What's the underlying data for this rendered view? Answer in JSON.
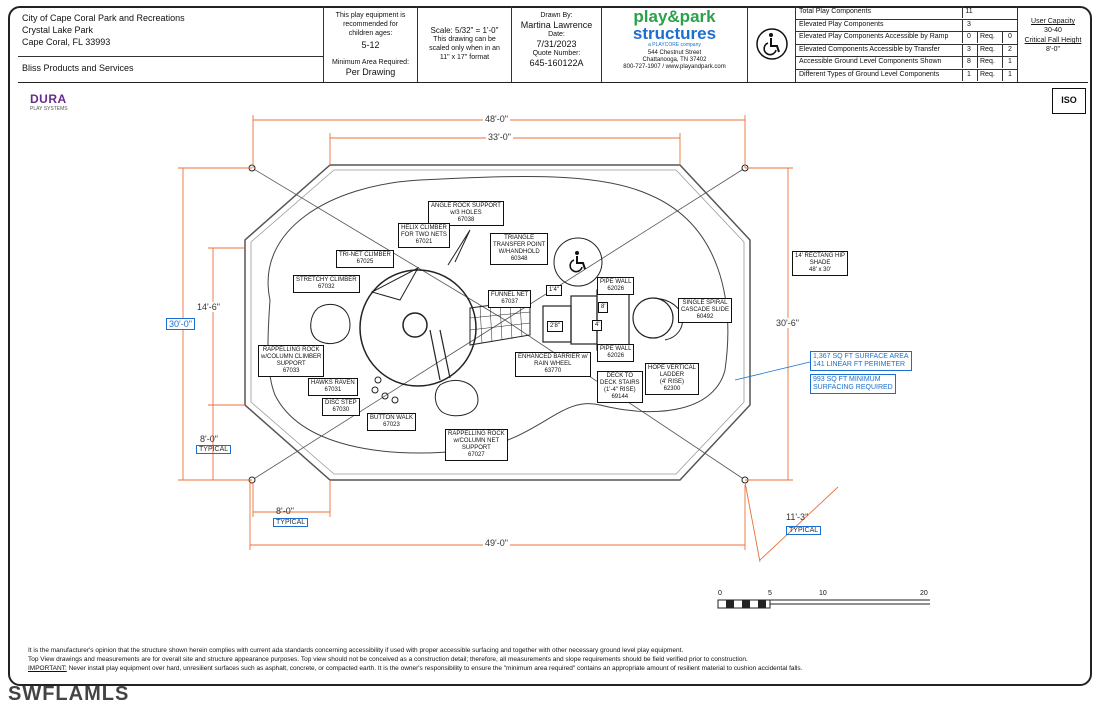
{
  "title_block": {
    "client_line1": "City of Cape Coral Park and Recreations",
    "client_line2": "Crystal Lake Park",
    "client_line3": "Cape Coral, FL 33993",
    "dealer": "Bliss Products and Services",
    "ages_text": "This play equipment is recommended for children ages:",
    "ages_value": "5-12",
    "min_area_label": "Minimum Area Required:",
    "min_area_value": "Per Drawing",
    "scale_text": "Scale: 5/32\" = 1'-0\"",
    "scale_note": "This drawing can be scaled only when in an 11\" x 17\" format",
    "drawn_by_label": "Drawn By:",
    "drawn_by_value": "Martina Lawrence",
    "date_label": "Date:",
    "date_value": "7/31/2023",
    "quote_label": "Quote Number:",
    "quote_value": "645-160122A",
    "brand_line1": "play&park",
    "brand_line2": "structures",
    "brand_sub": "a PLAYCORE company",
    "address1": "544 Chestnut Street",
    "address2": "Chattanooga, TN 37402",
    "contact": "800-727-1907 / www.playandpark.com",
    "accessibility_icon": "wheelchair-icon",
    "components": [
      {
        "label": "Total Play Components",
        "value": "11",
        "req_label": "",
        "req": ""
      },
      {
        "label": "Elevated Play Components",
        "value": "3",
        "req_label": "",
        "req": ""
      },
      {
        "label": "Elevated Play Components Accessible by Ramp",
        "value": "0",
        "req_label": "Req.",
        "req": "0"
      },
      {
        "label": "Elevated Components Accessible by Transfer",
        "value": "3",
        "req_label": "Req.",
        "req": "2"
      },
      {
        "label": "Accessible Ground Level Components Shown",
        "value": "8",
        "req_label": "Req.",
        "req": "1"
      },
      {
        "label": "Different Types of Ground Level Components",
        "value": "1",
        "req_label": "Req.",
        "req": "1"
      }
    ],
    "user_capacity_label": "User Capacity",
    "user_capacity_value": "30-40",
    "fall_height_label": "Critical Fall Height",
    "fall_height_value": "8'-0\""
  },
  "logo": {
    "text_dura": "DURA",
    "text_sub": "PLAY SYSTEMS"
  },
  "iso_badge": "ISO",
  "dimensions": {
    "top_outer": "48'-0\"",
    "top_inner": "33'-0\"",
    "left_outer": "30'-0\"",
    "left_inner": "14'-6\"",
    "right": "30'-6\"",
    "bottom": "49'-0\"",
    "corner_left_top": "8'-0\"",
    "corner_left_bottom": "8'-0\"",
    "corner_right": "11'-3\"",
    "typical": "TYPICAL"
  },
  "components_labels": [
    {
      "text": "ANGLE ROCK SUPPORT\nw/3 HOLES\n67038"
    },
    {
      "text": "HELIX CLIMBER\nFOR TWO NETS\n67021"
    },
    {
      "text": "TRIANGLE\nTRANSFER POINT\nW/HANDHOLD\n60348"
    },
    {
      "text": "TRI-NET CLIMBER\n67025"
    },
    {
      "text": "STRETCHY CLIMBER\n67032"
    },
    {
      "text": "FUNNEL NET\n67037"
    },
    {
      "text": "PIPE WALL\n62026"
    },
    {
      "text": "SINGLE SPIRAL\nCASCADE SLIDE\n60492"
    },
    {
      "text": "RAPPELLING ROCK\nw/COLUMN CLIMBER\nSUPPORT\n67033"
    },
    {
      "text": "ENHANCED BARRIER w/\nRAIN WHEEL\n63770"
    },
    {
      "text": "PIPE WALL\n62026"
    },
    {
      "text": "HAWKS RAVEN\n67031"
    },
    {
      "text": "HOPE VERTICAL\nLADDER\n(4' RISE)\n62300"
    },
    {
      "text": "DISC STEP\n67030"
    },
    {
      "text": "DECK TO\nDECK STAIRS\n(1'-4\" RISE)\n69144"
    },
    {
      "text": "BUTTON WALK\n67023"
    },
    {
      "text": "RAPPELLING ROCK\nw/COLUMN NET\nSUPPORT\n67027"
    },
    {
      "text": "14' RECTANG HIP\nSHADE\n48' x 30'"
    }
  ],
  "deck_marks": [
    "1'4\"",
    "2'8\"",
    "4'",
    "8'"
  ],
  "areas": [
    {
      "text": "1,367 SQ FT SURFACE AREA\n141 LINEAR FT PERIMETER"
    },
    {
      "text": "993 SQ FT MINIMUM\nSURFACING REQUIRED"
    }
  ],
  "scale_ticks": [
    "0",
    "5",
    "10",
    "20"
  ],
  "footer": {
    "line1": "It is the manufacturer's opinion that the structure shown herein complies with current ada standards concerning accessibility if used with proper accessible surfacing and together with other necessary ground level play equipment.",
    "line2": "Top View drawings and measurements are for overall site and structure appearance purposes. Top view should not be conceived as a construction detail; therefore, all measurements and slope requirements should be field verified prior to construction.",
    "important_label": "IMPORTANT:",
    "line3": "Never install play equipment over hard, unresilient surfaces such as asphalt, concrete, or compacted earth.  It is the owner's responsibility to ensure the \"minimum area required\" contains an appropriate amount of resilient material to cushion accidental falls."
  },
  "watermark": "SWFLAMLS",
  "colors": {
    "dimension": "#e8723a",
    "area": "#1a6fd0",
    "line": "#222222"
  }
}
